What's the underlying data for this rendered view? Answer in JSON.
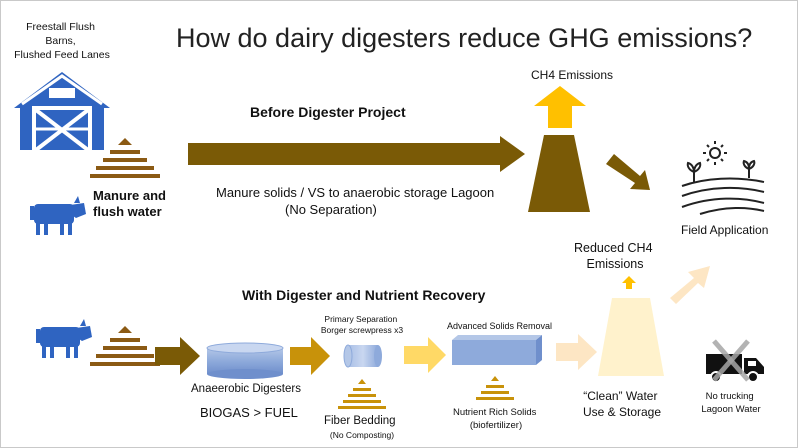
{
  "title": "How do dairy digesters reduce GHG emissions?",
  "barn_label": [
    "Freestall Flush",
    "Barns,",
    "Flushed Feed Lanes"
  ],
  "before": {
    "heading": "Before Digester Project",
    "manure_label": [
      "Manure and",
      "flush water"
    ],
    "flow_label": [
      "Manure solids / VS to  anaerobic storage Lagoon",
      "(No Separation)"
    ],
    "ch4_label": "CH4 Emissions"
  },
  "field_label": "Field Application",
  "after": {
    "heading": "With Digester and Nutrient Recovery",
    "digester_label": "Anaeerobic  Digesters",
    "biogas_label": "BIOGAS > FUEL",
    "separation_label": [
      "Primary Separation",
      "Borger screwpress x3"
    ],
    "fiber_label": [
      "Fiber Bedding",
      "(No Composting)"
    ],
    "solids_removal_label": "Advanced Solids Removal",
    "nutrient_label": [
      "Nutrient Rich Solids",
      "(biofertilizer)"
    ],
    "reduced_ch4_label": [
      "Reduced CH4",
      "Emissions"
    ],
    "water_label": [
      "“Clean” Water",
      "Use & Storage"
    ],
    "trucking_label": [
      "No trucking",
      "Lagoon Water"
    ]
  },
  "colors": {
    "barn_blue": "#2f64c1",
    "dark_arrow": "#7a5a06",
    "arrow_gold": "#c8920a",
    "emission_yellow": "#ffc000",
    "light_arrow": "#fde6c4",
    "water_fill": "#fff2cc",
    "cylinder_blue": "#8eaadb"
  }
}
